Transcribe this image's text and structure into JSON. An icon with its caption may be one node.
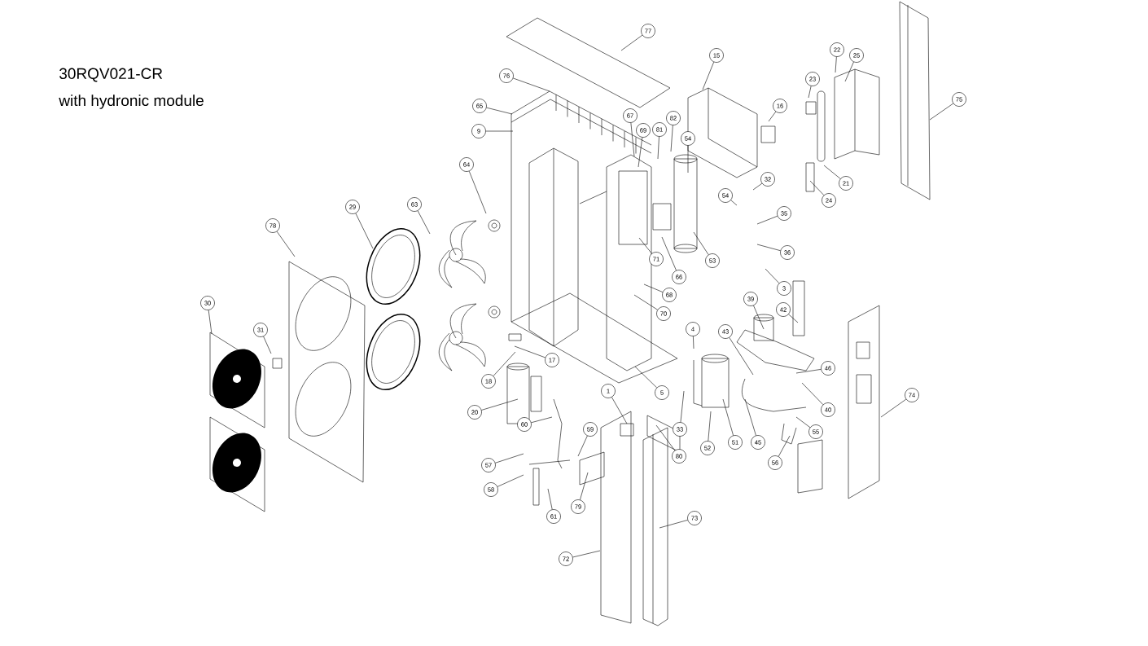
{
  "diagram": {
    "title": "30RQV021-CR",
    "labels": [
      "with hydronic module"
    ],
    "nodes": [
      {
        "text": [
          "77"
        ]
      },
      {
        "text": [
          "76"
        ]
      },
      {
        "text": [
          "65"
        ]
      },
      {
        "text": [
          "9"
        ]
      },
      {
        "text": [
          "15"
        ]
      },
      {
        "text": [
          "23"
        ]
      },
      {
        "text": [
          "22"
        ]
      },
      {
        "text": [
          "25"
        ]
      },
      {
        "text": [
          "75"
        ]
      },
      {
        "text": [
          "67"
        ]
      },
      {
        "text": [
          "69"
        ]
      },
      {
        "text": [
          "81"
        ]
      },
      {
        "text": [
          "82"
        ]
      },
      {
        "text": [
          "54"
        ]
      },
      {
        "text": [
          "16"
        ]
      },
      {
        "text": [
          "64"
        ]
      },
      {
        "text": [
          "32"
        ]
      },
      {
        "text": [
          "21"
        ]
      },
      {
        "text": [
          "24"
        ]
      },
      {
        "text": [
          "54"
        ]
      },
      {
        "text": [
          "63"
        ]
      },
      {
        "text": [
          "29"
        ]
      },
      {
        "text": [
          "35"
        ]
      },
      {
        "text": [
          "78"
        ]
      },
      {
        "text": [
          "36"
        ]
      },
      {
        "text": [
          "53"
        ]
      },
      {
        "text": [
          "71"
        ]
      },
      {
        "text": [
          "66"
        ]
      },
      {
        "text": [
          "68"
        ]
      },
      {
        "text": [
          "3"
        ]
      },
      {
        "text": [
          "30"
        ]
      },
      {
        "text": [
          "39"
        ]
      },
      {
        "text": [
          "42"
        ]
      },
      {
        "text": [
          "70"
        ]
      },
      {
        "text": [
          "4"
        ]
      },
      {
        "text": [
          "31"
        ]
      },
      {
        "text": [
          "43"
        ]
      },
      {
        "text": [
          "17"
        ]
      },
      {
        "text": [
          "46"
        ]
      },
      {
        "text": [
          "18"
        ]
      },
      {
        "text": [
          "5"
        ]
      },
      {
        "text": [
          "1"
        ]
      },
      {
        "text": [
          "74"
        ]
      },
      {
        "text": [
          "40"
        ]
      },
      {
        "text": [
          "20"
        ]
      },
      {
        "text": [
          "60"
        ]
      },
      {
        "text": [
          "59"
        ]
      },
      {
        "text": [
          "33"
        ]
      },
      {
        "text": [
          "55"
        ]
      },
      {
        "text": [
          "51"
        ]
      },
      {
        "text": [
          "45"
        ]
      },
      {
        "text": [
          "52"
        ]
      },
      {
        "text": [
          "80"
        ]
      },
      {
        "text": [
          "56"
        ]
      },
      {
        "text": [
          "57"
        ]
      },
      {
        "text": [
          "58"
        ]
      },
      {
        "text": [
          "79"
        ]
      },
      {
        "text": [
          "61"
        ]
      },
      {
        "text": [
          "73"
        ]
      },
      {
        "text": [
          "72"
        ]
      }
    ],
    "edges": [
      {
        "from": 0,
        "to": null,
        "arrow": "none"
      },
      {
        "from": 1,
        "to": null,
        "arrow": "none"
      },
      {
        "from": 2,
        "to": null,
        "arrow": "none"
      },
      {
        "from": 3,
        "to": null,
        "arrow": "none"
      },
      {
        "from": 4,
        "to": null,
        "arrow": "none"
      },
      {
        "from": 5,
        "to": null,
        "arrow": "none"
      },
      {
        "from": 6,
        "to": null,
        "arrow": "none"
      },
      {
        "from": 7,
        "to": null,
        "arrow": "none"
      },
      {
        "from": 8,
        "to": null,
        "arrow": "none"
      },
      {
        "from": 9,
        "to": null,
        "arrow": "none"
      },
      {
        "from": 10,
        "to": null,
        "arrow": "none"
      },
      {
        "from": 11,
        "to": null,
        "arrow": "none"
      },
      {
        "from": 12,
        "to": null,
        "arrow": "none"
      },
      {
        "from": 13,
        "to": null,
        "arrow": "none"
      },
      {
        "from": 14,
        "to": null,
        "arrow": "none"
      },
      {
        "from": 15,
        "to": null,
        "arrow": "none"
      },
      {
        "from": 16,
        "to": null,
        "arrow": "none"
      },
      {
        "from": 17,
        "to": null,
        "arrow": "none"
      },
      {
        "from": 18,
        "to": null,
        "arrow": "none"
      },
      {
        "from": 19,
        "to": null,
        "arrow": "none"
      },
      {
        "from": 20,
        "to": null,
        "arrow": "none"
      },
      {
        "from": 21,
        "to": null,
        "arrow": "none"
      },
      {
        "from": 22,
        "to": null,
        "arrow": "none"
      },
      {
        "from": 23,
        "to": null,
        "arrow": "none"
      },
      {
        "from": 24,
        "to": null,
        "arrow": "none"
      },
      {
        "from": 25,
        "to": null,
        "arrow": "none"
      },
      {
        "from": 26,
        "to": null,
        "arrow": "none"
      },
      {
        "from": 27,
        "to": null,
        "arrow": "none"
      },
      {
        "from": 28,
        "to": null,
        "arrow": "none"
      },
      {
        "from": 29,
        "to": null,
        "arrow": "none"
      },
      {
        "from": 30,
        "to": null,
        "arrow": "none"
      },
      {
        "from": 31,
        "to": null,
        "arrow": "none"
      },
      {
        "from": 32,
        "to": null,
        "arrow": "none"
      },
      {
        "from": 33,
        "to": null,
        "arrow": "none"
      },
      {
        "from": 34,
        "to": null,
        "arrow": "none"
      },
      {
        "from": 35,
        "to": null,
        "arrow": "none"
      },
      {
        "from": 36,
        "to": null,
        "arrow": "none"
      },
      {
        "from": 37,
        "to": null,
        "arrow": "none"
      },
      {
        "from": 38,
        "to": null,
        "arrow": "none"
      },
      {
        "from": 39,
        "to": null,
        "arrow": "none"
      },
      {
        "from": 40,
        "to": null,
        "arrow": "none"
      },
      {
        "from": 41,
        "to": null,
        "arrow": "none"
      },
      {
        "from": 42,
        "to": null,
        "arrow": "none"
      },
      {
        "from": 43,
        "to": null,
        "arrow": "none"
      },
      {
        "from": 44,
        "to": null,
        "arrow": "none"
      },
      {
        "from": 45,
        "to": null,
        "arrow": "none"
      },
      {
        "from": 46,
        "to": null,
        "arrow": "none"
      },
      {
        "from": 47,
        "to": null,
        "arrow": "none"
      },
      {
        "from": 48,
        "to": null,
        "arrow": "none"
      },
      {
        "from": 49,
        "to": null,
        "arrow": "none"
      },
      {
        "from": 50,
        "to": null,
        "arrow": "none"
      },
      {
        "from": 51,
        "to": null,
        "arrow": "none"
      },
      {
        "from": 52,
        "to": null,
        "arrow": "none"
      },
      {
        "from": 53,
        "to": null,
        "arrow": "none"
      },
      {
        "from": 54,
        "to": null,
        "arrow": "none"
      },
      {
        "from": 55,
        "to": null,
        "arrow": "none"
      },
      {
        "from": 56,
        "to": null,
        "arrow": "none"
      },
      {
        "from": 57,
        "to": null,
        "arrow": "none"
      },
      {
        "from": 58,
        "to": null,
        "arrow": "none"
      },
      {
        "from": 59,
        "to": null,
        "arrow": "none"
      }
    ]
  }
}
